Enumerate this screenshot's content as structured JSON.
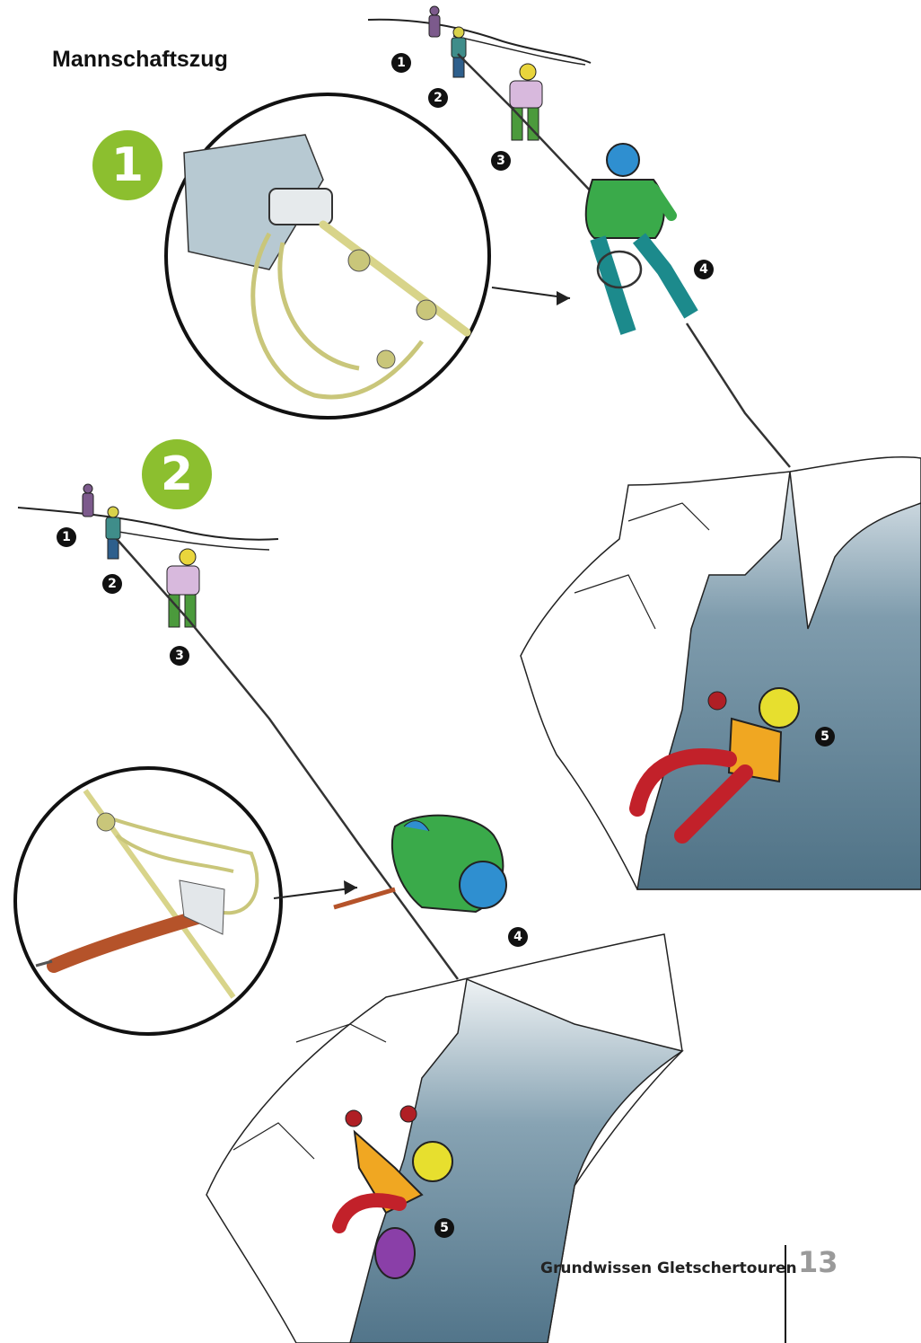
{
  "page": {
    "title": "Mannschaftszug",
    "footer_text": "Grundwissen Gletschertouren",
    "page_number": "13"
  },
  "steps": [
    {
      "label": "1",
      "climber_numbers": [
        "1",
        "2",
        "3",
        "4",
        "5"
      ]
    },
    {
      "label": "2",
      "climber_numbers": [
        "1",
        "2",
        "3",
        "4",
        "5"
      ]
    }
  ],
  "colors": {
    "step_badge": "#8cbf2f",
    "number_marker": "#111111",
    "crevasse_ice": "#5f8196",
    "rope_detail": "#d8d48a",
    "ice_axe": "#b5532a"
  },
  "icons": {
    "zoom_detail_1": "prusik-knot-harness-detail",
    "zoom_detail_2": "ice-axe-anchor-detail"
  }
}
